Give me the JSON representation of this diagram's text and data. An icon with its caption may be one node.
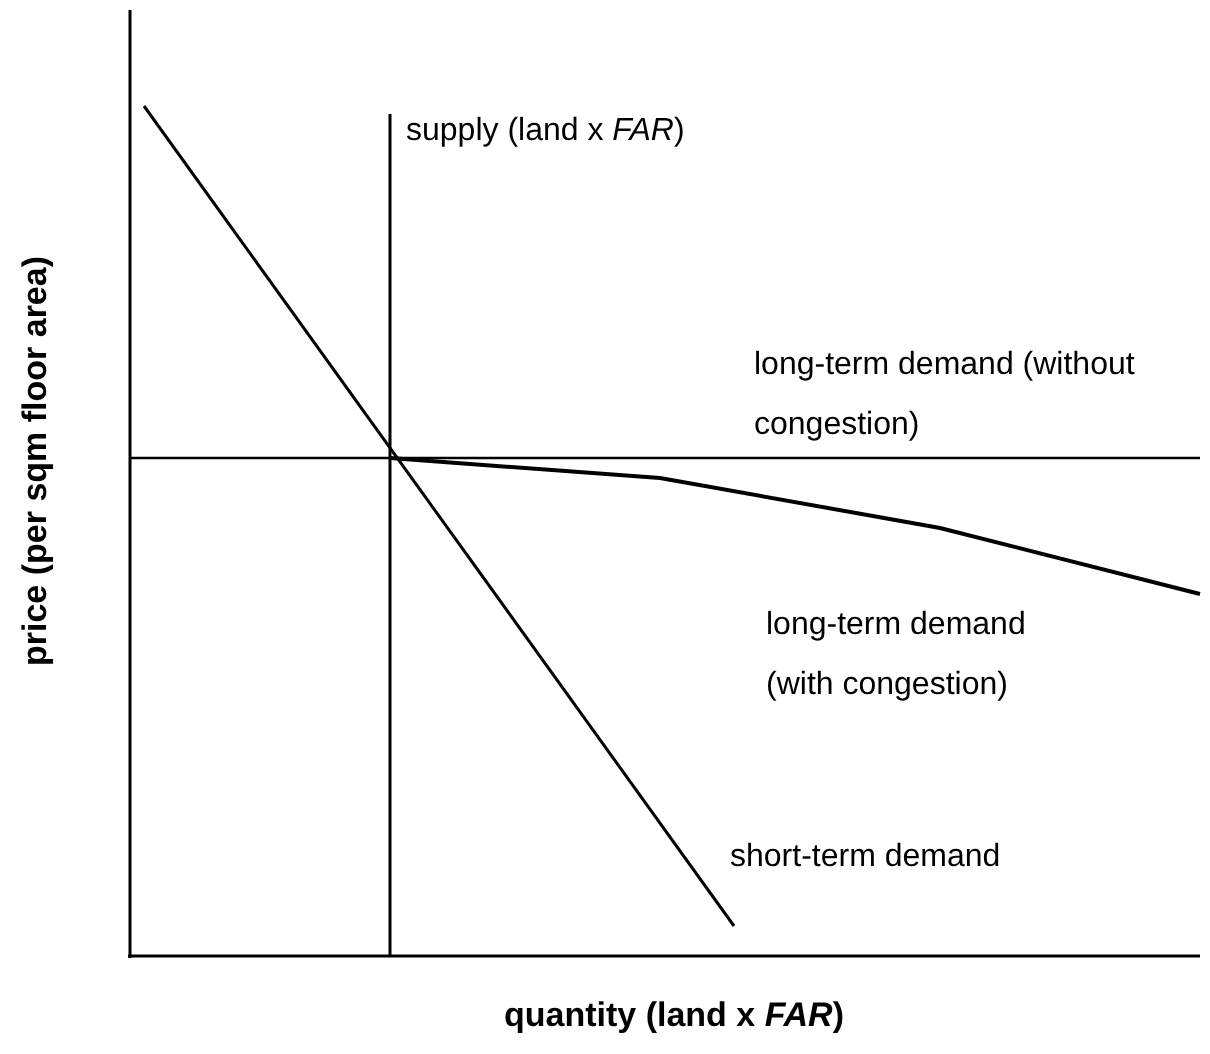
{
  "diagram": {
    "labels": [
      "price (per sqm floor area)",
      "supply (land x *FAR*)",
      "long-term demand (without congestion)",
      "long-term demand (with congestion)",
      "short-term demand",
      "quantity (land x *FAR*)"
    ]
  }
}
